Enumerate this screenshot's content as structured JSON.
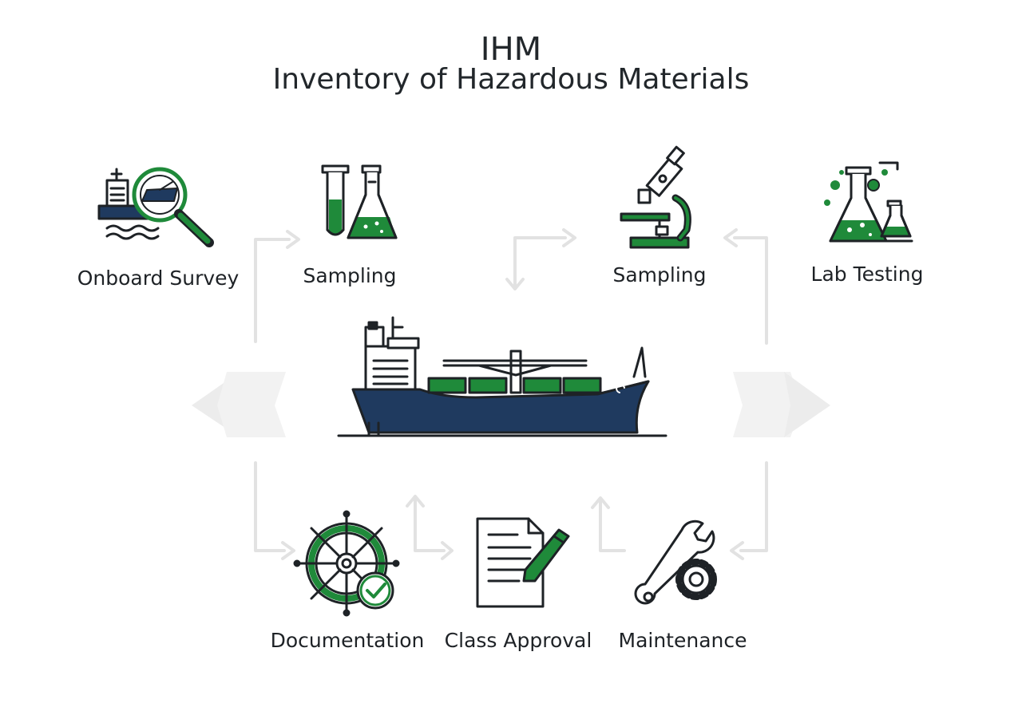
{
  "header": {
    "title": "IHM",
    "subtitle": "Inventory of Hazardous Materials"
  },
  "colors": {
    "ink": "#1e2226",
    "green": "#1f8a3a",
    "navy": "#1f3a5f",
    "connector": "#e2e2e2"
  },
  "steps": {
    "onboard_survey": {
      "label": "Onboard Survey",
      "icon": "ship-magnifier-icon"
    },
    "sampling_1": {
      "label": "Sampling",
      "icon": "test-tube-flask-icon"
    },
    "sampling_2": {
      "label": "Sampling",
      "icon": "microscope-icon"
    },
    "lab_testing": {
      "label": "Lab Testing",
      "icon": "lab-flasks-icon"
    },
    "documentation": {
      "label": "Documentation",
      "icon": "ship-wheel-check-icon"
    },
    "class_approval": {
      "label": "Class Approval",
      "icon": "document-pen-icon"
    },
    "maintenance": {
      "label": "Maintenance",
      "icon": "wrench-gear-icon"
    }
  },
  "center": {
    "icon": "cargo-ship-icon"
  }
}
